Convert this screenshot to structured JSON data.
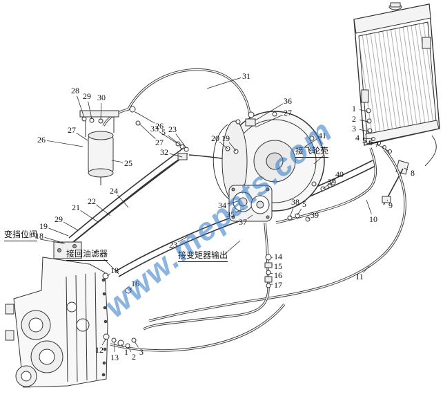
{
  "diagram": {
    "watermark": "www.mepats.com",
    "colors": {
      "watermark": "#2e78c8",
      "line": "#333333"
    },
    "callouts": [
      "28",
      "29",
      "30",
      "26",
      "27",
      "26",
      "27",
      "25",
      "31",
      "36",
      "27",
      "33",
      "5",
      "23",
      "32",
      "20",
      "19",
      "41",
      "1",
      "2",
      "3",
      "4",
      "5",
      "6",
      "7",
      "8",
      "9",
      "10",
      "11",
      "40",
      "39",
      "38",
      "5",
      "39",
      "34",
      "35",
      "37",
      "23",
      "14",
      "15",
      "16",
      "17",
      "18",
      "19",
      "29",
      "21",
      "22",
      "24",
      "18",
      "16",
      "12",
      "13",
      "1",
      "2",
      "3"
    ],
    "annotations": [
      {
        "text": "变挡位阀"
      },
      {
        "text": "接回油滤器"
      },
      {
        "text": "接变矩器输出"
      },
      {
        "text": "接飞轮壳"
      }
    ]
  }
}
